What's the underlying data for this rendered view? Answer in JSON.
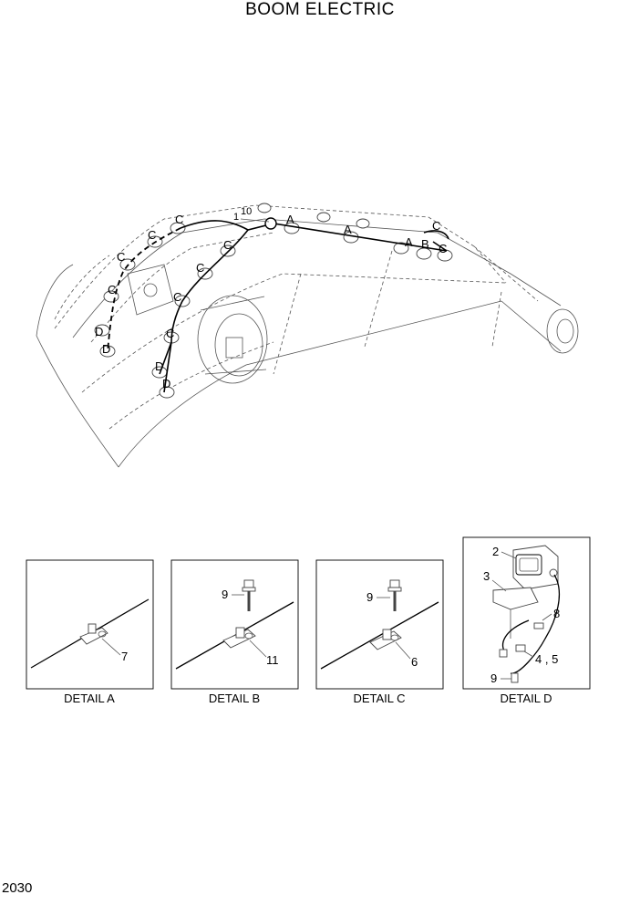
{
  "title": "BOOM ELECTRIC",
  "page_number": "2030",
  "boom_callouts": {
    "c1": "C",
    "c2": "C",
    "c3": "C",
    "c4": "C",
    "c5": "C",
    "c6": "C",
    "c7": "C",
    "c8": "C",
    "c9": "C",
    "c10": "C",
    "a1": "A",
    "a2": "A",
    "a3": "A",
    "b1": "B",
    "d1": "D",
    "d2": "D",
    "d3": "D",
    "d4": "D",
    "n1": "1",
    "n10": "10"
  },
  "details": [
    {
      "caption": "DETAIL  A",
      "part": "7"
    },
    {
      "caption": "DETAIL  B",
      "part": "11",
      "bolt": "9"
    },
    {
      "caption": "DETAIL  C",
      "part": "6",
      "bolt": "9"
    },
    {
      "caption": "DETAIL  D",
      "parts": {
        "lamp": "2",
        "bracket": "3",
        "connector": "8",
        "clamp": "4 , 5",
        "bolt": "9"
      }
    }
  ]
}
